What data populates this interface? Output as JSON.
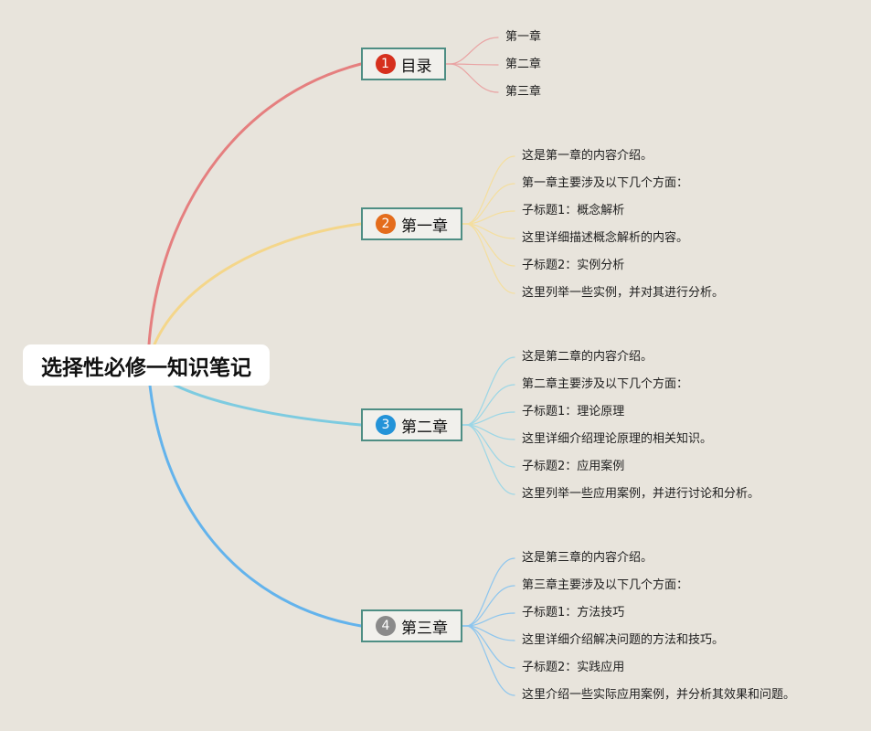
{
  "root": {
    "title": "选择性必修一知识笔记"
  },
  "branches": [
    {
      "number": "1",
      "title": "目录",
      "badge_color": "#D6301E",
      "line_color": "#E57F7F",
      "leaf_color": "#E9A3A3",
      "leaves": [
        "第一章",
        "第二章",
        "第三章"
      ]
    },
    {
      "number": "2",
      "title": "第一章",
      "badge_color": "#E46C1C",
      "line_color": "#F4D68A",
      "leaf_color": "#F4DE9E",
      "leaves": [
        "这是第一章的内容介绍。",
        "第一章主要涉及以下几个方面：",
        "子标题1：概念解析",
        "这里详细描述概念解析的内容。",
        "子标题2：实例分析",
        "这里列举一些实例，并对其进行分析。"
      ]
    },
    {
      "number": "3",
      "title": "第二章",
      "badge_color": "#2393D8",
      "line_color": "#7DCBE0",
      "leaf_color": "#9BD6E6",
      "leaves": [
        "这是第二章的内容介绍。",
        "第二章主要涉及以下几个方面：",
        "子标题1：理论原理",
        "这里详细介绍理论原理的相关知识。",
        "子标题2：应用案例",
        "这里列举一些应用案例，并进行讨论和分析。"
      ]
    },
    {
      "number": "4",
      "title": "第三章",
      "badge_color": "#8A8A8A",
      "line_color": "#63B3EC",
      "leaf_color": "#8CC5EE",
      "leaves": [
        "这是第三章的内容介绍。",
        "第三章主要涉及以下几个方面：",
        "子标题1：方法技巧",
        "这里详细介绍解决问题的方法和技巧。",
        "子标题2：实践应用",
        "这里介绍一些实际应用案例，并分析其效果和问题。"
      ]
    }
  ]
}
